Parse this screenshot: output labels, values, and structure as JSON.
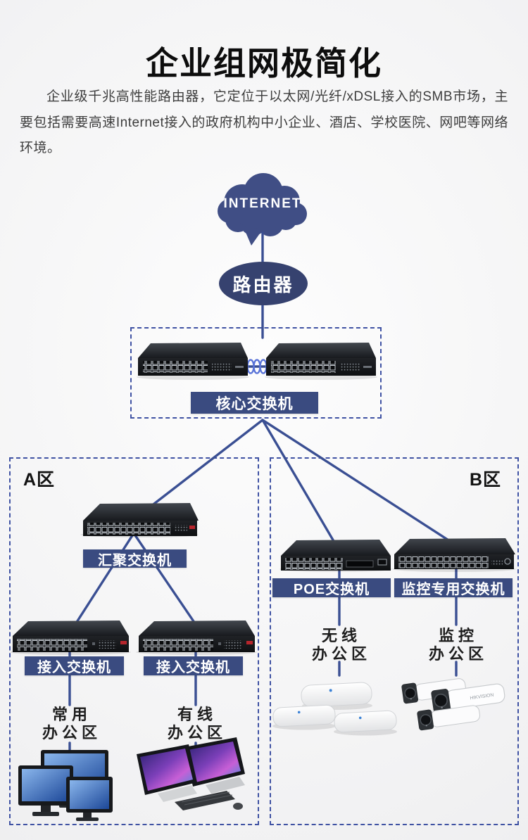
{
  "page": {
    "title": "企业组网极简化",
    "description": "企业级千兆高性能路由器，它定位于以太网/光纤/xDSL接入的SMB市场，主要包括需要高速Internet接入的政府机构中小企业、酒店、学校医院、网吧等网络环境。"
  },
  "colors": {
    "label_blue": "#3a4b80",
    "line_blue": "#3a4f93",
    "dash_blue": "#3f52a3",
    "cloud_blue": "#404e85",
    "router_blue": "#36426f",
    "screen_blue": "#2f6ac1",
    "logo_red": "#b7252c"
  },
  "diagram": {
    "internet_label": "INTERNET",
    "router_label": "路由器",
    "core_switch_label": "核心交换机",
    "zone_a": {
      "name": "A区",
      "aggregation_switch_label": "汇聚交换机",
      "access_switch_labels": [
        "接入交换机",
        "接入交换机"
      ],
      "areas": [
        {
          "line1": "常用",
          "line2": "办公区"
        },
        {
          "line1": "有线",
          "line2": "办公区"
        }
      ]
    },
    "zone_b": {
      "name": "B区",
      "switch_labels": [
        "POE交换机",
        "监控专用交换机"
      ],
      "areas": [
        {
          "line1": "无线",
          "line2": "办公区"
        },
        {
          "line1": "监控",
          "line2": "办公区"
        }
      ]
    },
    "camera_brand": "HIKVISION"
  }
}
